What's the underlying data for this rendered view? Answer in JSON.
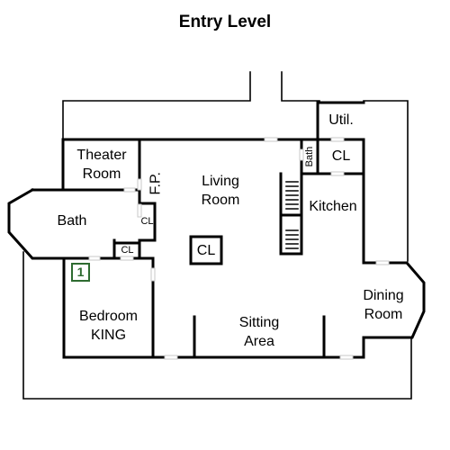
{
  "title": "Entry Level",
  "rooms": {
    "theater": [
      "Theater",
      "Room"
    ],
    "fp": "F.P.",
    "living": [
      "Living",
      "Room"
    ],
    "bath_small": "Bath",
    "cl_top": "CL",
    "util": "Util.",
    "kitchen": "Kitchen",
    "bath": "Bath",
    "cl_small_1": "CL",
    "cl_small_2": "CL",
    "cl_center": "CL",
    "bedroom": [
      "Bedroom",
      "KING"
    ],
    "sitting": [
      "Sitting",
      "Area"
    ],
    "dining": [
      "Dining",
      "Room"
    ]
  },
  "bedroom_number": "1",
  "colors": {
    "wall": "#000000",
    "door": "#cccccc",
    "badge": "#2e6b30"
  }
}
